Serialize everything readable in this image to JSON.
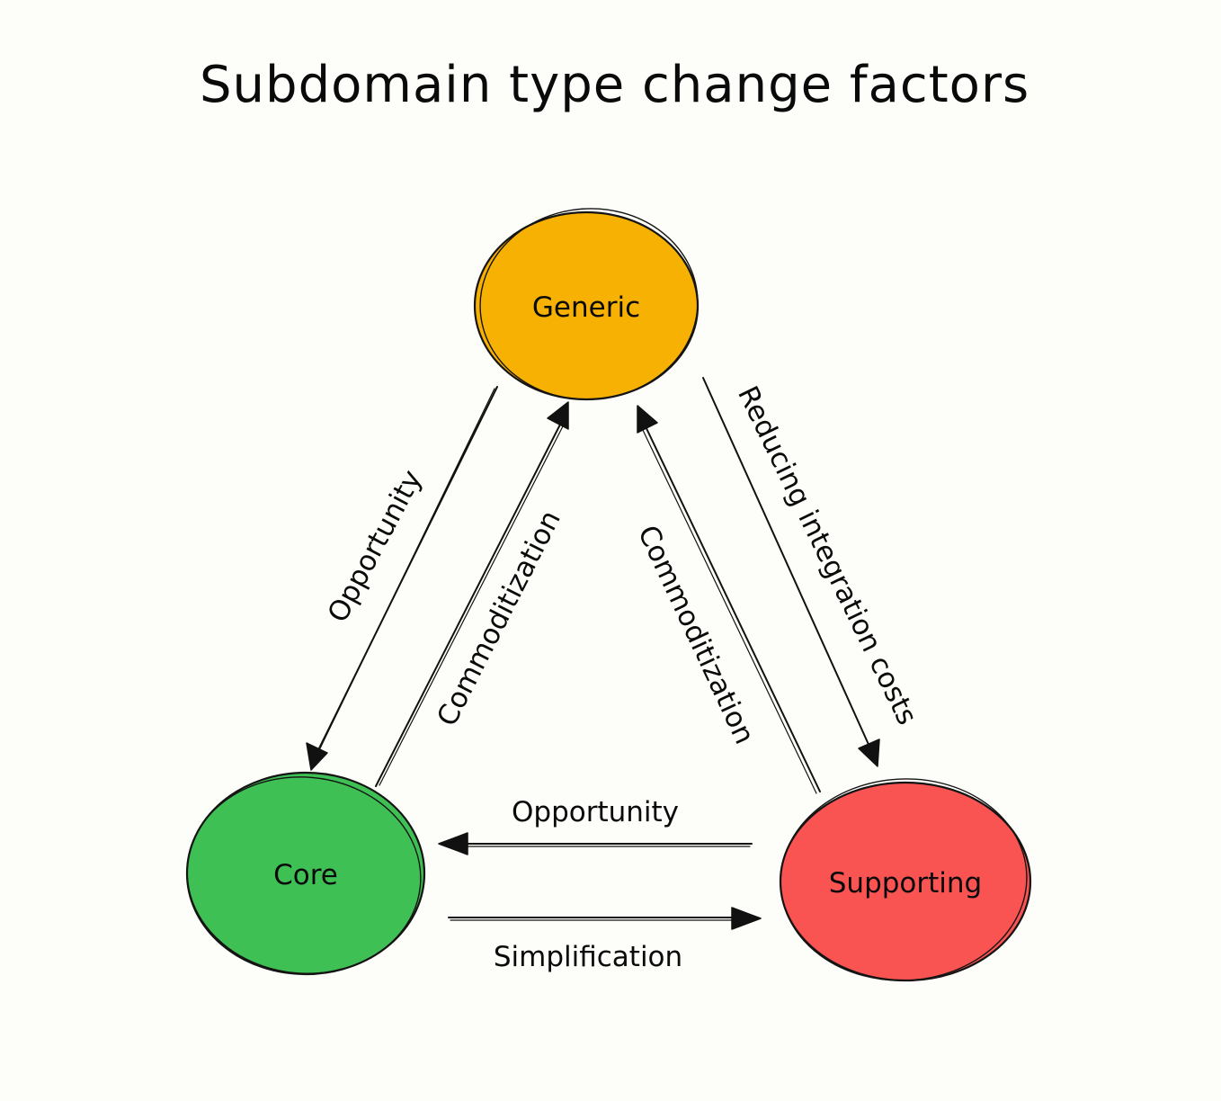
{
  "title": "Subdomain type change factors",
  "colors": {
    "generic": "#f7b102",
    "core": "#3fc054",
    "supporting": "#f95352"
  },
  "nodes": {
    "generic": "Generic",
    "core": "Core",
    "supporting": "Supporting"
  },
  "edges": {
    "generic_to_core": "Opportunity",
    "core_to_generic": "Commoditization",
    "supporting_to_generic": "Commoditization",
    "generic_to_supporting": "Reducing integration costs",
    "supporting_to_core": "Opportunity",
    "core_to_supporting": "Simplification"
  }
}
